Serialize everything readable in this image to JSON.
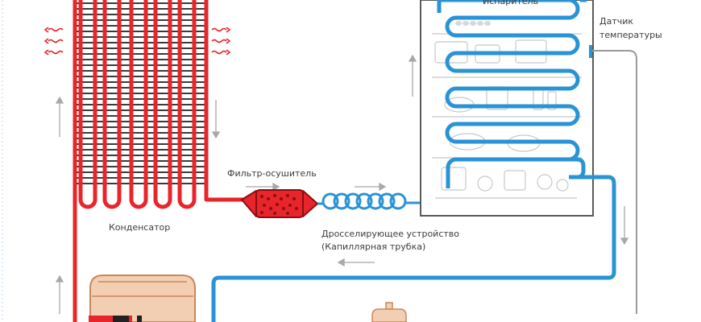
{
  "labels": {
    "evaporator": "Испаритель",
    "temp_sensor_line1": "Датчик",
    "temp_sensor_line2": "температуры",
    "filter_drier": "Фильтр-осушитель",
    "condenser": "Конденсатор",
    "throttle_line1": "Дросселирующее устройство",
    "throttle_line2": "(Капиллярная трубка)"
  },
  "colors": {
    "hot_pipe": "#e8252b",
    "cold_pipe": "#2a93d5",
    "sensor_line": "#9a9a9a",
    "arrow": "#a8a8a8",
    "fridge_outline": "#5a5a5a",
    "compressor_body": "#f2cfb2",
    "compressor_outline": "#c9875a"
  }
}
